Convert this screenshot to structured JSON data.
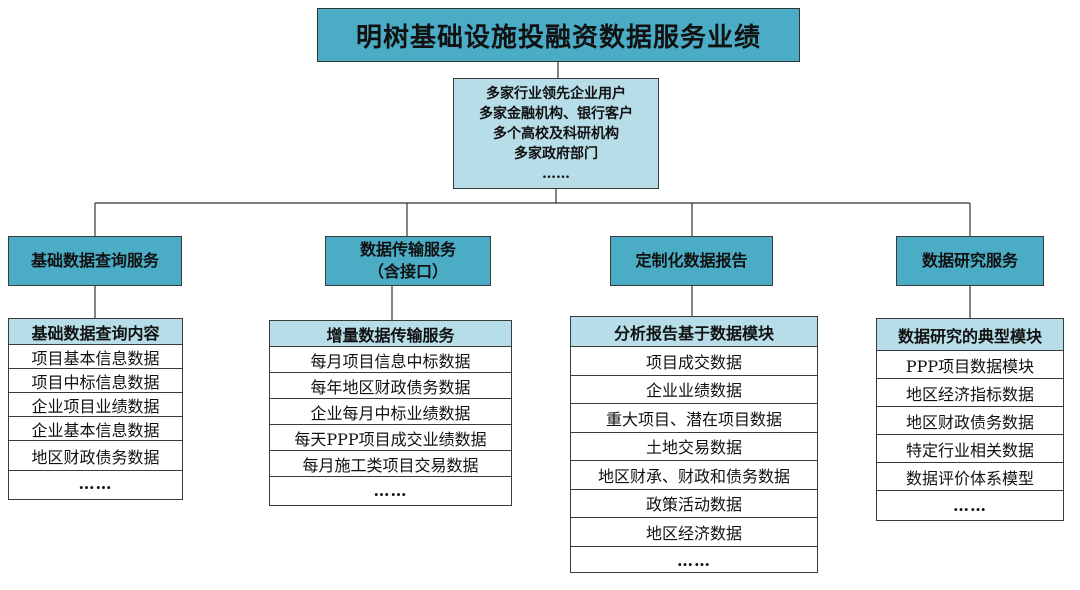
{
  "title": "明树基础设施投融资数据服务业绩",
  "center": {
    "lines": [
      "多家行业领先企业用户",
      "多家金融机构、银行客户",
      "多个高校及科研机构",
      "多家政府部门",
      "……"
    ]
  },
  "categories": [
    {
      "label_lines": [
        "基础数据查询服务"
      ],
      "list_title": "基础数据查询内容",
      "items": [
        "项目基本信息数据",
        "项目中标信息数据",
        "企业项目业绩数据",
        "企业基本信息数据",
        "地区财政债务数据"
      ],
      "ellipsis": "……"
    },
    {
      "label_lines": [
        "数据传输服务",
        "（含接口）"
      ],
      "list_title": "增量数据传输服务",
      "items": [
        "每月项目信息中标数据",
        "每年地区财政债务数据",
        "企业每月中标业绩数据",
        "每天PPP项目成交业绩数据",
        "每月施工类项目交易数据"
      ],
      "ellipsis": "……"
    },
    {
      "label_lines": [
        "定制化数据报告"
      ],
      "list_title": "分析报告基于数据模块",
      "items": [
        "项目成交数据",
        "企业业绩数据",
        "重大项目、潜在项目数据",
        "土地交易数据",
        "地区财承、财政和债务数据",
        "政策活动数据",
        "地区经济数据"
      ],
      "ellipsis": "……"
    },
    {
      "label_lines": [
        "数据研究服务"
      ],
      "list_title": "数据研究的典型模块",
      "items": [
        "PPP项目数据模块",
        "地区经济指标数据",
        "地区财政债务数据",
        "特定行业相关数据",
        "数据评价体系模型"
      ],
      "ellipsis": "……"
    }
  ]
}
